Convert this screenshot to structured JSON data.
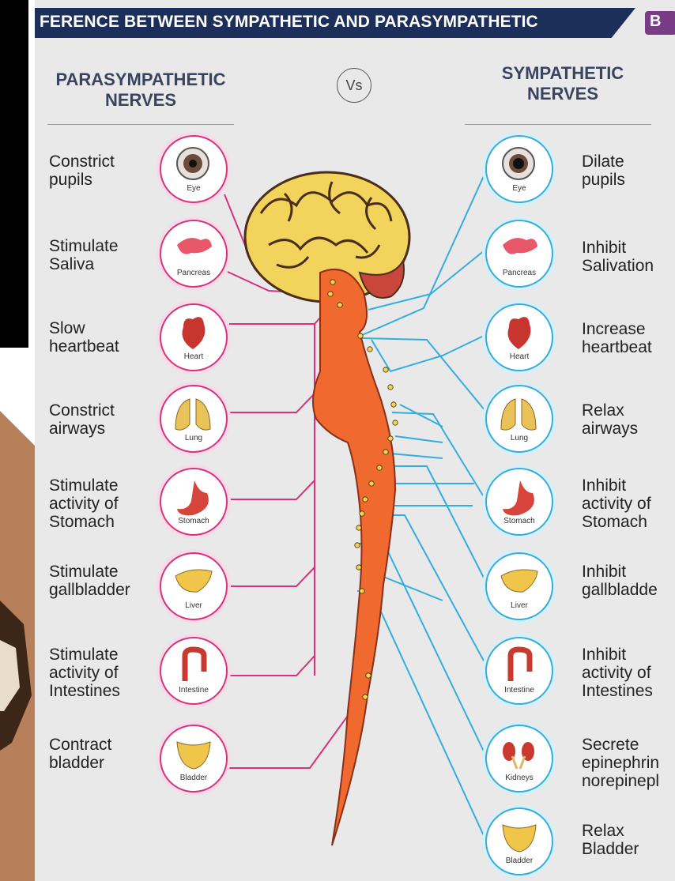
{
  "title": "FERENCE BETWEEN SYMPATHETIC AND PARASYMPATHETIC",
  "logo": "B",
  "vs": "Vs",
  "left_heading": [
    "PARASYMPATHETIC",
    "NERVES"
  ],
  "right_heading": [
    "SYMPATHETIC",
    "NERVES"
  ],
  "left_effects": [
    [
      "Constrict",
      "pupils"
    ],
    [
      "Stimulate",
      "Saliva"
    ],
    [
      "Slow",
      "heartbeat"
    ],
    [
      "Constrict",
      "airways"
    ],
    [
      "Stimulate",
      "activity of",
      "Stomach"
    ],
    [
      "Stimulate",
      "gallbladder"
    ],
    [
      "Stimulate",
      "activity of",
      "Intestines"
    ],
    [
      "Contract",
      "bladder"
    ]
  ],
  "left_organs": [
    "Eye",
    "Pancreas",
    "Heart",
    "Lung",
    "Stomach",
    "Liver",
    "Intestine",
    "Bladder"
  ],
  "right_organs": [
    "Eye",
    "Pancreas",
    "Heart",
    "Lung",
    "Stomach",
    "Liver",
    "Intestine",
    "Kidneys",
    "Bladder"
  ],
  "right_effects": [
    [
      "Dilate",
      "pupils"
    ],
    [
      "Inhibit",
      "Salivation"
    ],
    [
      "Increase",
      "heartbeat"
    ],
    [
      "Relax",
      "airways"
    ],
    [
      "Inhibit",
      "activity of",
      "Stomach"
    ],
    [
      "Inhibit",
      "gallbladde"
    ],
    [
      "Inhibit",
      "activity of",
      "Intestines"
    ],
    [
      "Secrete",
      "epinephrin",
      "norepinepl"
    ],
    [
      "Relax",
      "Bladder"
    ]
  ],
  "colors": {
    "parasympathetic": "#d6337a",
    "sympathetic": "#33aedc",
    "title_bar": "#1b2f5a",
    "brain": "#f2d35b",
    "spine": "#f06a2f"
  }
}
